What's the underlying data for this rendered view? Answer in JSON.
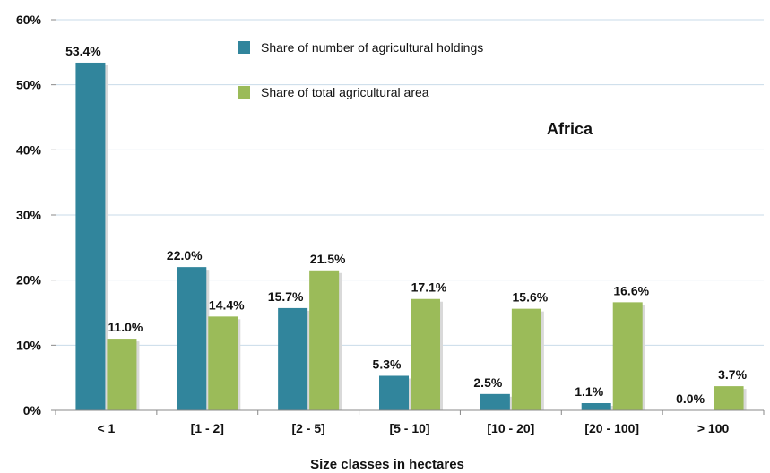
{
  "chart_data": {
    "type": "bar",
    "categories": [
      "< 1",
      "[1 - 2]",
      "[2 - 5]",
      "[5 - 10]",
      "[10 - 20]",
      "[20 - 100]",
      "> 100"
    ],
    "series": [
      {
        "name": "Share of number of agricultural holdings",
        "values": [
          53.4,
          22.0,
          15.7,
          5.3,
          2.5,
          1.1,
          0.0
        ],
        "color": "#31859c"
      },
      {
        "name": "Share of total agricultural area",
        "values": [
          11.0,
          14.4,
          21.5,
          17.1,
          15.6,
          16.6,
          3.7
        ],
        "color": "#9bbb59"
      }
    ],
    "data_labels": [
      [
        "53.4%",
        "22.0%",
        "15.7%",
        "5.3%",
        "2.5%",
        "1.1%",
        "0.0%"
      ],
      [
        "11.0%",
        "14.4%",
        "21.5%",
        "17.1%",
        "15.6%",
        "16.6%",
        "3.7%"
      ]
    ],
    "yticks": [
      "0%",
      "10%",
      "20%",
      "30%",
      "40%",
      "50%",
      "60%"
    ],
    "ylim": [
      0,
      60
    ],
    "xlabel": "Size classes in hectares",
    "annotation": "Africa",
    "grid": true,
    "legend_position": "top-center"
  }
}
